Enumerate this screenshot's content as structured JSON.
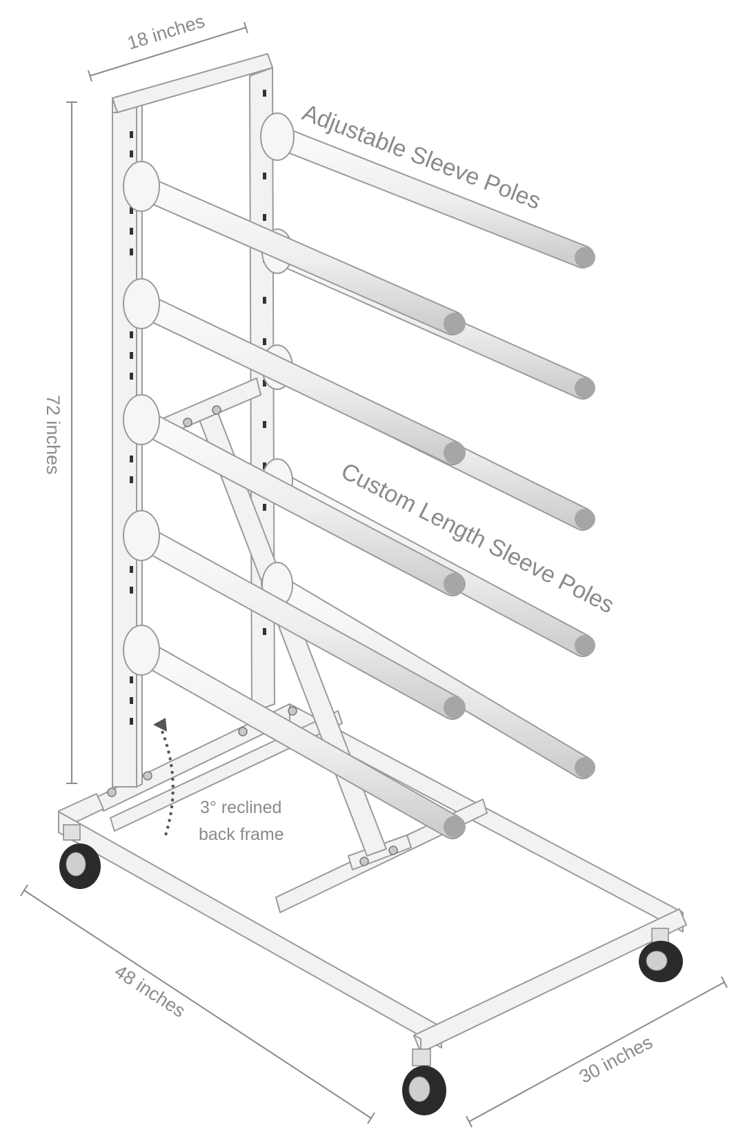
{
  "dimensions": {
    "top_width": "18 inches",
    "height": "72 inches",
    "length": "48 inches",
    "depth": "30 inches"
  },
  "callouts": {
    "adjustable": "Adjustable Sleeve Poles",
    "custom": "Custom Length Sleeve Poles"
  },
  "note": {
    "line1": "3° reclined",
    "line2": "back frame"
  },
  "colors": {
    "frame_fill": "#f2f2f2",
    "frame_stroke": "#9a9a9a",
    "pole_end": "#a6a6a6",
    "wheel": "#2a2a2a",
    "label": "#8a8a8a"
  }
}
